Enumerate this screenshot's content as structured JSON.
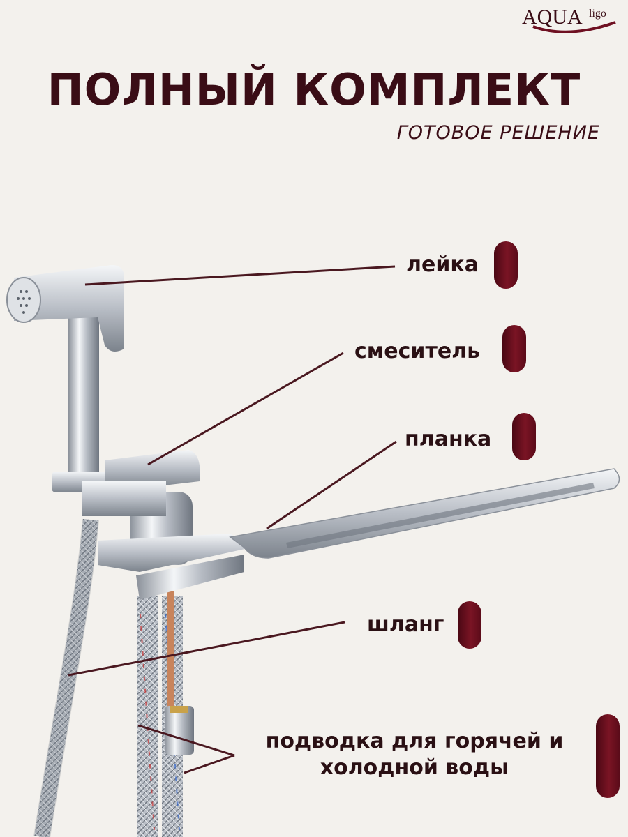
{
  "brand": {
    "logo_text": "AQUA",
    "logo_suffix": "ligo"
  },
  "header": {
    "title": "ПОЛНЫЙ КОМПЛЕКТ",
    "subtitle": "ГОТОВОЕ РЕШЕНИЕ"
  },
  "labels": {
    "shower_head": "лейка",
    "mixer": "смеситель",
    "plate": "планка",
    "hose": "шланг",
    "supply": "подводка для горячей и холодной воды"
  },
  "colors": {
    "background": "#f3f1ed",
    "text": "#3a0d16",
    "accent": "#6e1022",
    "chrome": "#c9ced6"
  }
}
